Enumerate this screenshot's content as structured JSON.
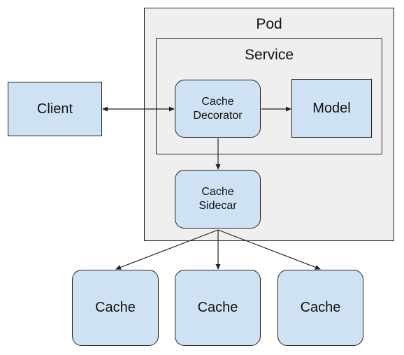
{
  "pod": {
    "label": "Pod"
  },
  "service": {
    "label": "Service"
  },
  "client": {
    "label": "Client"
  },
  "cache_decorator": {
    "line1": "Cache",
    "line2": "Decorator"
  },
  "model": {
    "label": "Model"
  },
  "cache_sidecar": {
    "line1": "Cache",
    "line2": "Sidecar"
  },
  "caches": [
    {
      "label": "Cache"
    },
    {
      "label": "Cache"
    },
    {
      "label": "Cache"
    }
  ],
  "colors": {
    "node_fill": "#cfe2f3",
    "container_fill": "#efefef",
    "stroke": "#222222"
  },
  "edges": [
    {
      "from": "client",
      "to": "cache_decorator",
      "direction": "both"
    },
    {
      "from": "cache_decorator",
      "to": "model",
      "direction": "forward"
    },
    {
      "from": "cache_decorator",
      "to": "cache_sidecar",
      "direction": "forward"
    },
    {
      "from": "cache_sidecar",
      "to": "cache_1",
      "direction": "forward"
    },
    {
      "from": "cache_sidecar",
      "to": "cache_2",
      "direction": "forward"
    },
    {
      "from": "cache_sidecar",
      "to": "cache_3",
      "direction": "forward"
    }
  ]
}
